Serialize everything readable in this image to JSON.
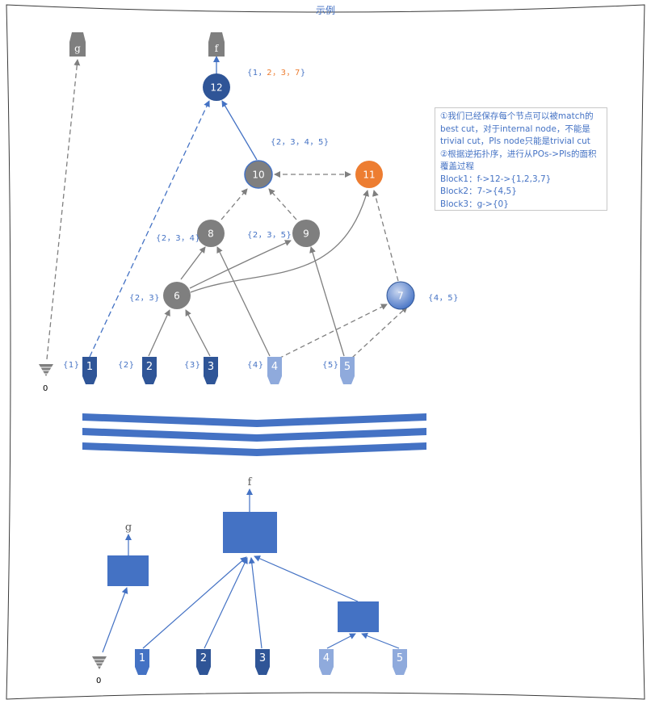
{
  "title": "示例",
  "outputs": {
    "g": "g",
    "f": "f"
  },
  "nodes": {
    "n12": "12",
    "n10": "10",
    "n11": "11",
    "n8": "8",
    "n9": "9",
    "n6": "6",
    "n7": "7"
  },
  "inputs": {
    "i1": "1",
    "i2": "2",
    "i3": "3",
    "i4": "4",
    "i5": "5",
    "const0": "0"
  },
  "cuts": {
    "n12_prefix": "{1，",
    "n12_orange": "2，3，7",
    "n12_suffix": "}",
    "n10": "{2，3，4，5}",
    "n8": "{2，3，4}",
    "n9": "{2，3，5}",
    "n6": "{2，3}",
    "n7": "{4，5}",
    "i1": "{1}",
    "i2": "{2}",
    "i3": "{3}",
    "i4": "{4}",
    "i5": "{5}"
  },
  "note": {
    "line1": "①我们已经保存每个节点可以被match的best cut，对于internal node，不能是trivial cut，PIs node只能是trivial cut",
    "line2": "②根据逆拓扑序，进行从POs->PIs的面积覆盖过程",
    "block1": "Block1：f->12->{1,2,3,7}",
    "block2": "Block2：7->{4,5}",
    "block3": "Block3：g->{0}"
  },
  "bottom": {
    "g": "g",
    "f": "f",
    "i1": "1",
    "i2": "2",
    "i3": "3",
    "i4": "4",
    "i5": "5",
    "const0": "0"
  },
  "colors": {
    "gray": "#7f7f7f",
    "dark_blue": "#2f5597",
    "mid_blue": "#4472c4",
    "light_blue": "#8faadc",
    "orange": "#ed7d31",
    "line_blue": "#4472c4"
  }
}
